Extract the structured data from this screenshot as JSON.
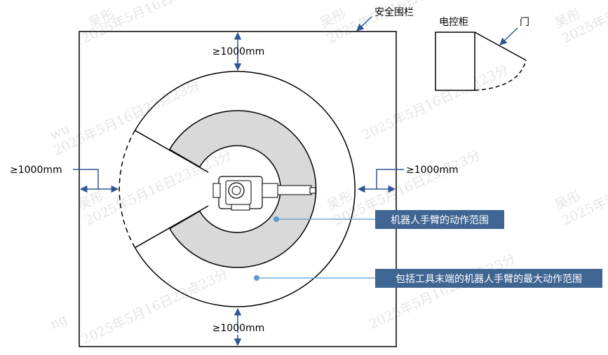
{
  "labels": {
    "fence": "安全围栏",
    "cabinet": "电控柜",
    "door": "门",
    "clearance_top": "≥1000mm",
    "clearance_left": "≥1000mm",
    "clearance_right": "≥1000mm",
    "clearance_bottom": "≥1000mm",
    "arm_range": "机器人手臂的动作范围",
    "max_range": "包括工具末端的机器人手臂的最大动作范围"
  },
  "watermark": {
    "line1": "吴彤",
    "line2": "2025年5月16日23点23分",
    "line3": "wu",
    "line4": "ng"
  },
  "colors": {
    "arrow": "#2f5597",
    "callout_bg": "#3f6592",
    "callout_dot": "#5b9bd5",
    "arm_zone": "#d9d9d9"
  }
}
